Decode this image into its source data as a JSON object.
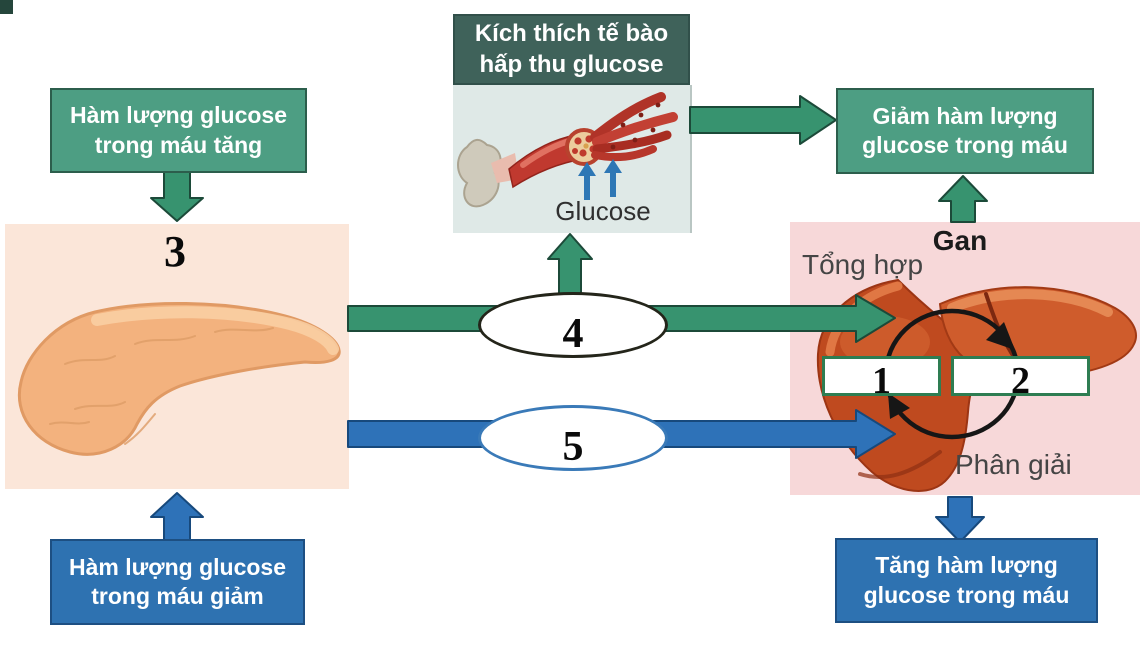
{
  "flow_boxes": {
    "glucose_rise": "Hàm lượng glucose trong máu tăng",
    "glucose_fall": "Hàm lượng glucose trong máu giảm",
    "glucose_decrease_result": "Giảm hàm lượng glucose trong máu",
    "glucose_increase_result": "Tăng hàm lượng glucose trong máu"
  },
  "muscle_panel": {
    "title": "Kích thích tế bào hấp thu glucose",
    "glucose_label": "Glucose"
  },
  "pancreas_panel": {
    "number": "3"
  },
  "liver_panel": {
    "organ_label": "Gan",
    "synthesis_label": "Tổng hợp",
    "breakdown_label": "Phân giải",
    "blank_1": "1",
    "blank_2": "2"
  },
  "path_labels": {
    "upper_oval": "4",
    "lower_oval": "5"
  },
  "colors": {
    "green_box": "#4d9e83",
    "green_box_border": "#2c5e4c",
    "dark_green_title": "#3f625a",
    "blue_box": "#2e72b1",
    "blue_box_border": "#1d4f82",
    "green_arrow": "#37936f",
    "blue_arrow": "#2e72b8",
    "pancreas_panel_bg": "#fbe6d9",
    "liver_panel_bg": "#f7d8d9",
    "muscle_panel_bg": "#dfe9e7",
    "blank_border": "#2e7d52",
    "cycle_arrow": "#161616"
  }
}
